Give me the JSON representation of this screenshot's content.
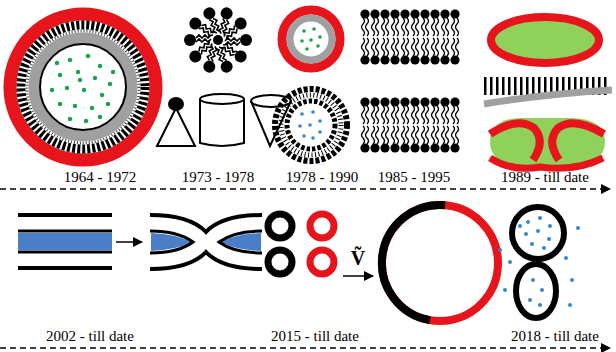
{
  "diagram": {
    "labels": [
      "1964 - 1972",
      "1973 - 1978",
      "1978 - 1990",
      "1985 - 1995",
      "1989 - till date",
      "2002 - till date",
      "2015 - till date",
      "2018 - till date",
      "Ṽ"
    ]
  }
}
